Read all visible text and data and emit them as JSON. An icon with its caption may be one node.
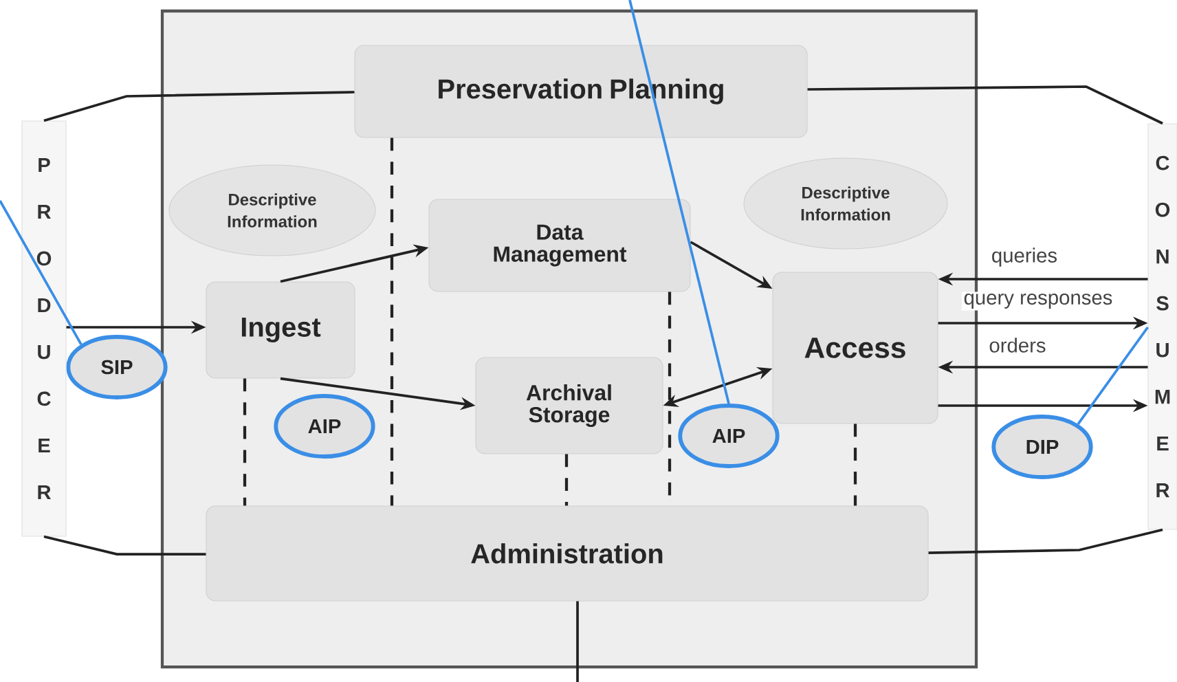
{
  "diagram": {
    "nodes": [
      {
        "text": [],
        "shape": "box"
      },
      {
        "text": [
          "Preservation Planning"
        ],
        "in": 0
      },
      {
        "text": [
          "Descriptive Information"
        ],
        "in": 0
      },
      {
        "text": [
          "Descriptive Information"
        ],
        "in": 0
      },
      {
        "text": [
          "Data Management"
        ],
        "in": 0
      },
      {
        "text": [
          "Ingest"
        ],
        "in": 0
      },
      {
        "text": [
          "Archival Storage"
        ],
        "in": 0
      },
      {
        "text": [
          "Access"
        ],
        "in": 0
      },
      {
        "text": [
          "Administration"
        ],
        "in": 0
      },
      {
        "text": [
          "SIP"
        ]
      },
      {
        "text": [
          "AIP"
        ],
        "in": 0
      },
      {
        "text": [
          "AIP"
        ],
        "in": 0
      },
      {
        "text": [
          "DIP"
        ]
      },
      {
        "text": [
          "PRODUCER"
        ]
      },
      {
        "text": [
          "CONSUMER"
        ]
      }
    ],
    "edges": [
      {
        "from": 13,
        "to": 5,
        "arrow": "to"
      },
      {
        "from": 5,
        "to": 4,
        "arrow": "to"
      },
      {
        "from": 5,
        "to": 6,
        "arrow": "to"
      },
      {
        "from": 4,
        "to": 7,
        "arrow": "to"
      },
      {
        "from": 6,
        "to": 7,
        "arrow": "both"
      },
      {
        "from": 14,
        "to": 7,
        "arrow": "to",
        "label": "queries"
      },
      {
        "from": 7,
        "to": 14,
        "arrow": "to",
        "label": "query responses"
      },
      {
        "from": 14,
        "to": 7,
        "arrow": "to",
        "label": "orders"
      },
      {
        "from": 7,
        "to": 14,
        "arrow": "to"
      },
      {
        "from": 1,
        "to": 13,
        "arrow": "none"
      },
      {
        "from": 1,
        "to": 14,
        "arrow": "none"
      },
      {
        "from": 8,
        "to": 13,
        "arrow": "none"
      },
      {
        "from": 8,
        "to": 14,
        "arrow": "none"
      },
      {
        "from": 8,
        "to": null,
        "arrow": "none"
      },
      {
        "from": 1,
        "to": 8,
        "arrow": "none",
        "style": "dashed"
      },
      {
        "from": 5,
        "to": 8,
        "arrow": "none",
        "style": "dashed"
      },
      {
        "from": 4,
        "to": 8,
        "arrow": "none",
        "style": "dashed"
      },
      {
        "from": 6,
        "to": 8,
        "arrow": "none",
        "style": "dashed"
      },
      {
        "from": 7,
        "to": 8,
        "arrow": "none",
        "style": "dashed"
      },
      {
        "from": null,
        "to": 9,
        "arrow": "none",
        "color": "#3a8ee6"
      },
      {
        "from": null,
        "to": 11,
        "arrow": "none",
        "color": "#3a8ee6"
      },
      {
        "from": 14,
        "to": 12,
        "arrow": "none",
        "color": "#3a8ee6"
      }
    ]
  }
}
